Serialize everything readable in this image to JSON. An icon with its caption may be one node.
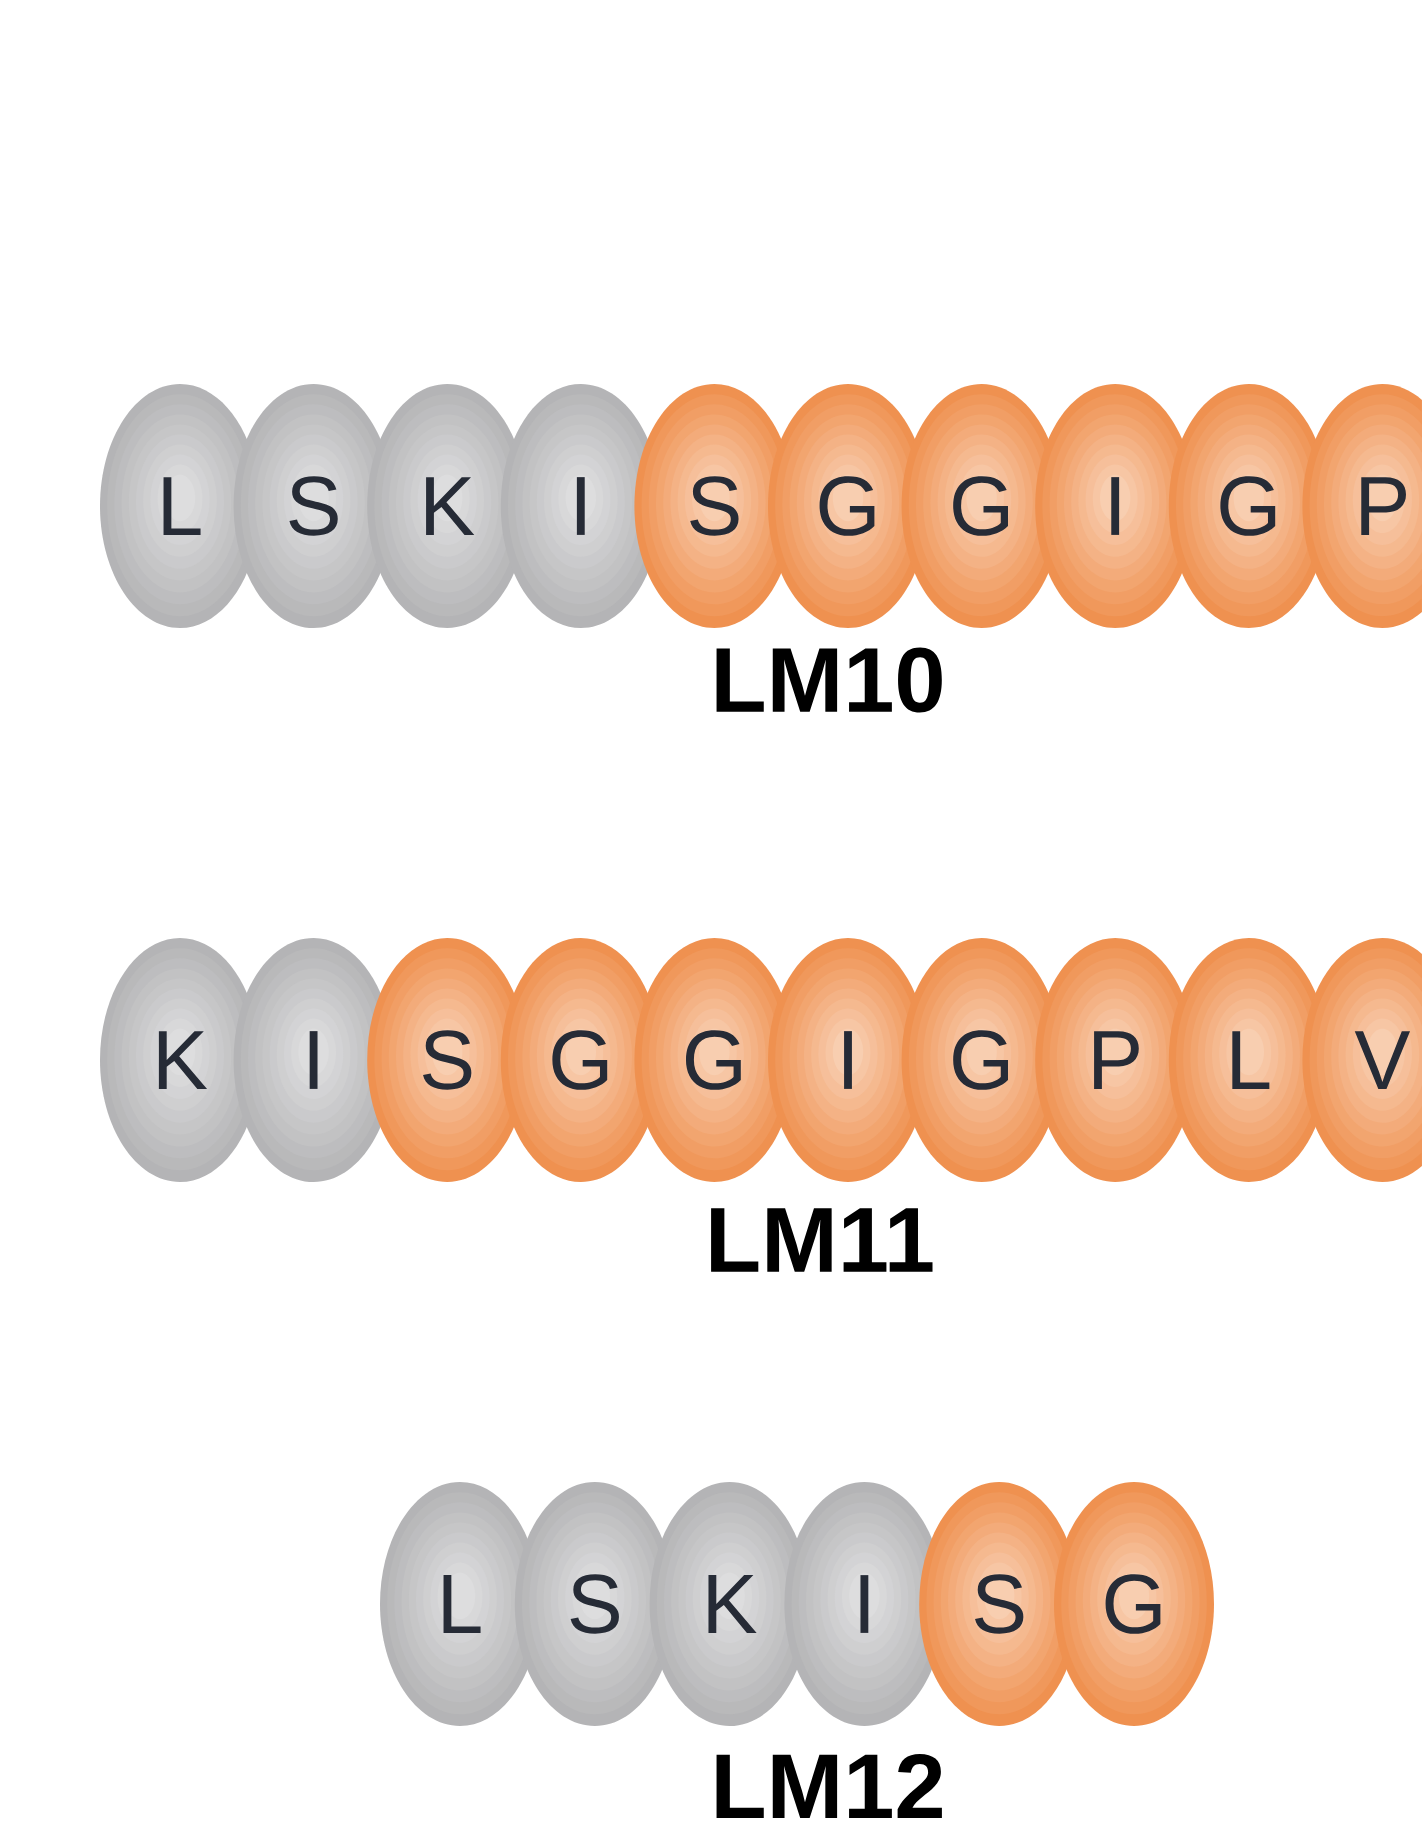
{
  "diagram": {
    "nodes": [
      {
        "text": [
          "L"
        ]
      },
      {
        "text": [
          "S"
        ]
      },
      {
        "text": [
          "K"
        ]
      },
      {
        "text": [
          "I"
        ]
      },
      {
        "text": [
          "S"
        ]
      },
      {
        "text": [
          "G"
        ]
      },
      {
        "text": [
          "G"
        ]
      },
      {
        "text": [
          "I"
        ]
      },
      {
        "text": [
          "G"
        ]
      },
      {
        "text": [
          "P"
        ]
      },
      {
        "text": [
          "K"
        ]
      },
      {
        "text": [
          "I"
        ]
      },
      {
        "text": [
          "S"
        ]
      },
      {
        "text": [
          "G"
        ]
      },
      {
        "text": [
          "G"
        ]
      },
      {
        "text": [
          "I"
        ]
      },
      {
        "text": [
          "G"
        ]
      },
      {
        "text": [
          "P"
        ]
      },
      {
        "text": [
          "L"
        ]
      },
      {
        "text": [
          "V"
        ]
      },
      {
        "text": [
          "L"
        ]
      },
      {
        "text": [
          "S"
        ]
      },
      {
        "text": [
          "K"
        ]
      },
      {
        "text": [
          "I"
        ]
      },
      {
        "text": [
          "S"
        ]
      },
      {
        "text": [
          "G"
        ]
      }
    ],
    "labels": [
      "LM10",
      "LM11",
      "LM12"
    ]
  }
}
